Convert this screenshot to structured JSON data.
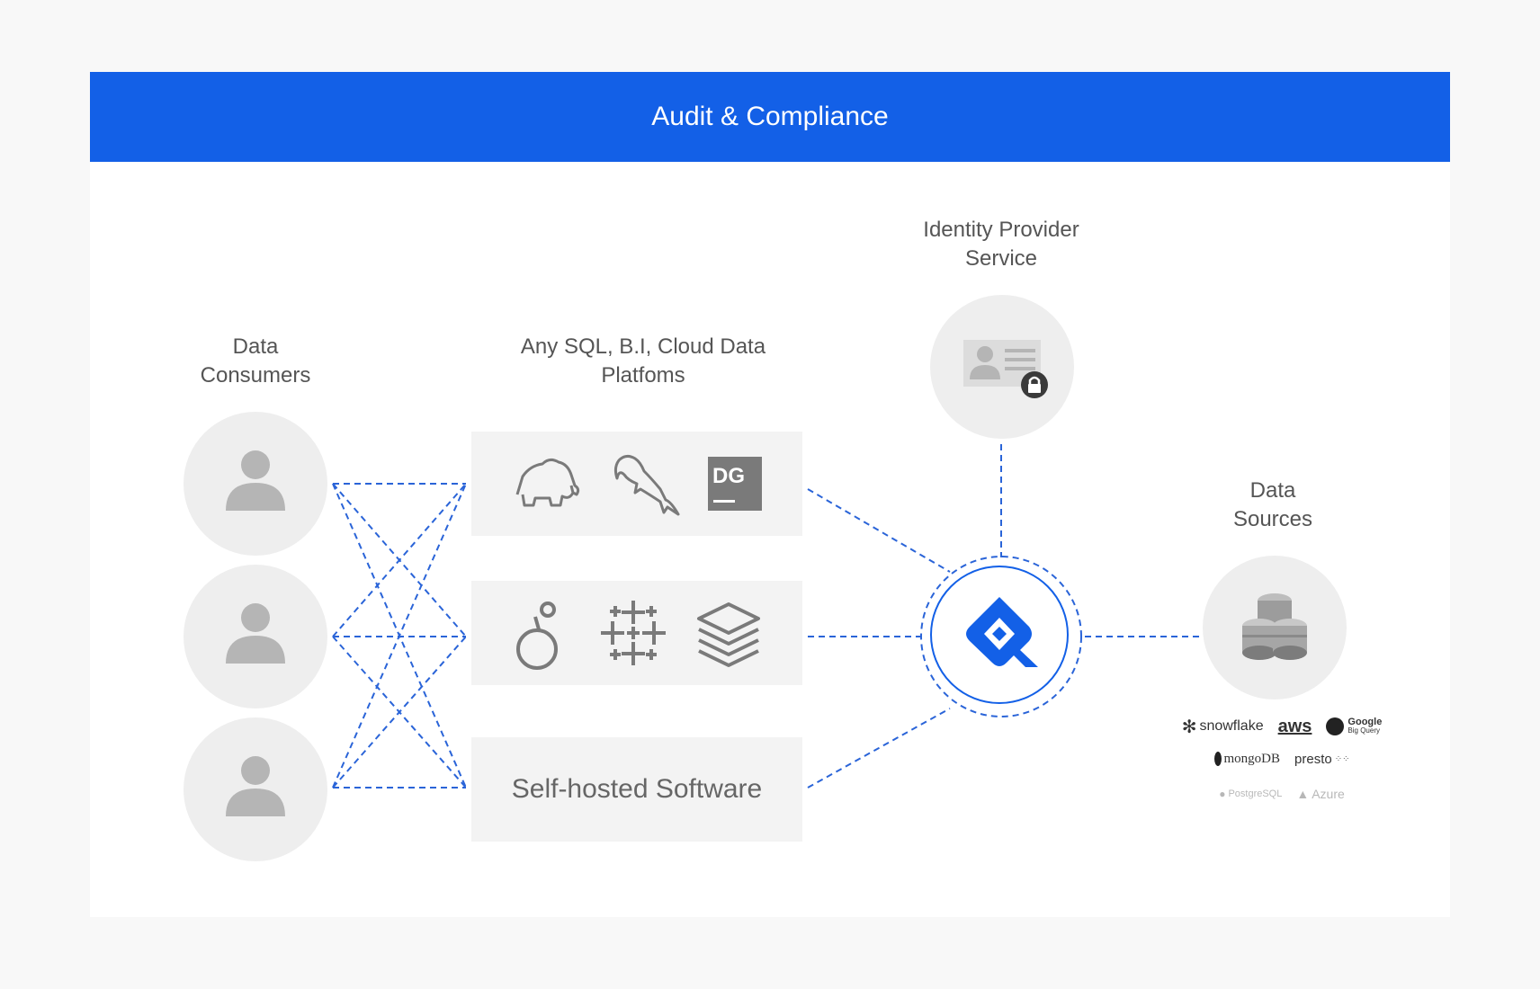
{
  "banner": {
    "title": "Audit & Compliance"
  },
  "columns": {
    "consumers_label": [
      "Data",
      "Consumers"
    ],
    "platforms_label": [
      "Any SQL, B.I, Cloud Data",
      "Platfoms"
    ],
    "idp_label": [
      "Identity Provider",
      "Service"
    ],
    "sources_label": [
      "Data",
      "Sources"
    ]
  },
  "platforms": {
    "row1_icons": [
      "elephant-icon",
      "dolphin-icon",
      "dg-icon"
    ],
    "dg_text": "DG",
    "row2_icons": [
      "looker-icon",
      "tableau-icon",
      "layers-icon"
    ],
    "row3_text": "Self-hosted Software"
  },
  "sources": {
    "logos": [
      "snowflake",
      "aws",
      "Google",
      "Big Query",
      "mongoDB",
      "presto",
      "PostgreSQL",
      "Azure"
    ]
  },
  "colors": {
    "accent": "#1360e7",
    "line": "#2a64d8",
    "icon_gray": "#7a7a7a",
    "circle_gray": "#eeeeee"
  }
}
